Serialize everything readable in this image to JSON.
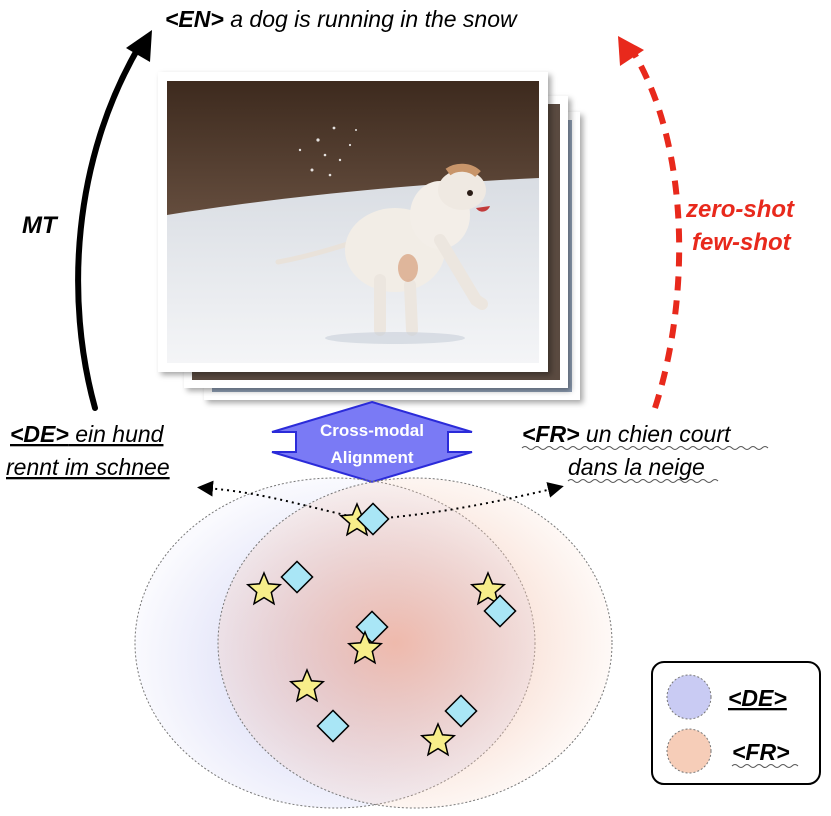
{
  "top_caption": {
    "tag": "<EN>",
    "text": " a dog is running in the snow"
  },
  "left_arrow_label": "MT",
  "right_arrow_label": {
    "line1": "zero-shot",
    "line2": "few-shot"
  },
  "left_caption": {
    "tag": "<DE>",
    "line1": " ein hund",
    "line2": "rennt im schnee"
  },
  "right_caption": {
    "tag": "<FR>",
    "line1": " un chien court",
    "line2": "dans la neige"
  },
  "alignment_label": {
    "line1": "Cross-modal",
    "line2": "Alignment"
  },
  "legend": {
    "de_label": "<DE>",
    "fr_label": "<FR>"
  },
  "colors": {
    "mt_arrow": "#000000",
    "zero_shot_arrow": "#e8291c",
    "alignment_fill": "#7a7af5",
    "alignment_stroke": "#2b2bd9",
    "star_fill": "#f7ee8a",
    "diamond_fill": "#a9e6f6",
    "de_cloud": "#c9cbf3",
    "fr_cloud": "#f6cdb8"
  },
  "photo": {
    "description_icon": "dog-photo"
  }
}
